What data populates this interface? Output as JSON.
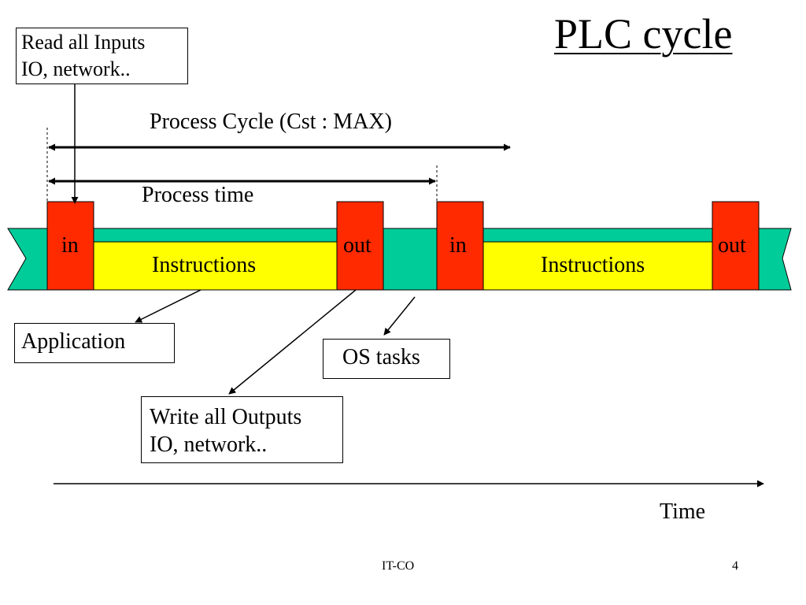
{
  "slide": {
    "title": "PLC cycle",
    "footer_left": "IT-CO",
    "page_number": "4"
  },
  "callouts": {
    "read_inputs": {
      "line1": "Read all Inputs",
      "line2": "IO, network.."
    },
    "write_outputs": {
      "line1": "Write all Outputs",
      "line2": "IO, network.."
    },
    "application": "Application",
    "os_tasks": "OS tasks"
  },
  "spans": {
    "process_cycle": "Process Cycle (Cst : MAX)",
    "process_time": "Process time"
  },
  "timeline": {
    "blocks": [
      {
        "kind": "in",
        "label": "in"
      },
      {
        "kind": "instructions",
        "label": "Instructions"
      },
      {
        "kind": "out",
        "label": "out"
      },
      {
        "kind": "in",
        "label": "in"
      },
      {
        "kind": "instructions",
        "label": "Instructions"
      },
      {
        "kind": "out",
        "label": "out"
      }
    ],
    "time_label": "Time"
  },
  "colors": {
    "io_block": "#ff2a00",
    "instructions": "#ffff00",
    "os_band": "#00cc99",
    "ink": "#000000"
  }
}
